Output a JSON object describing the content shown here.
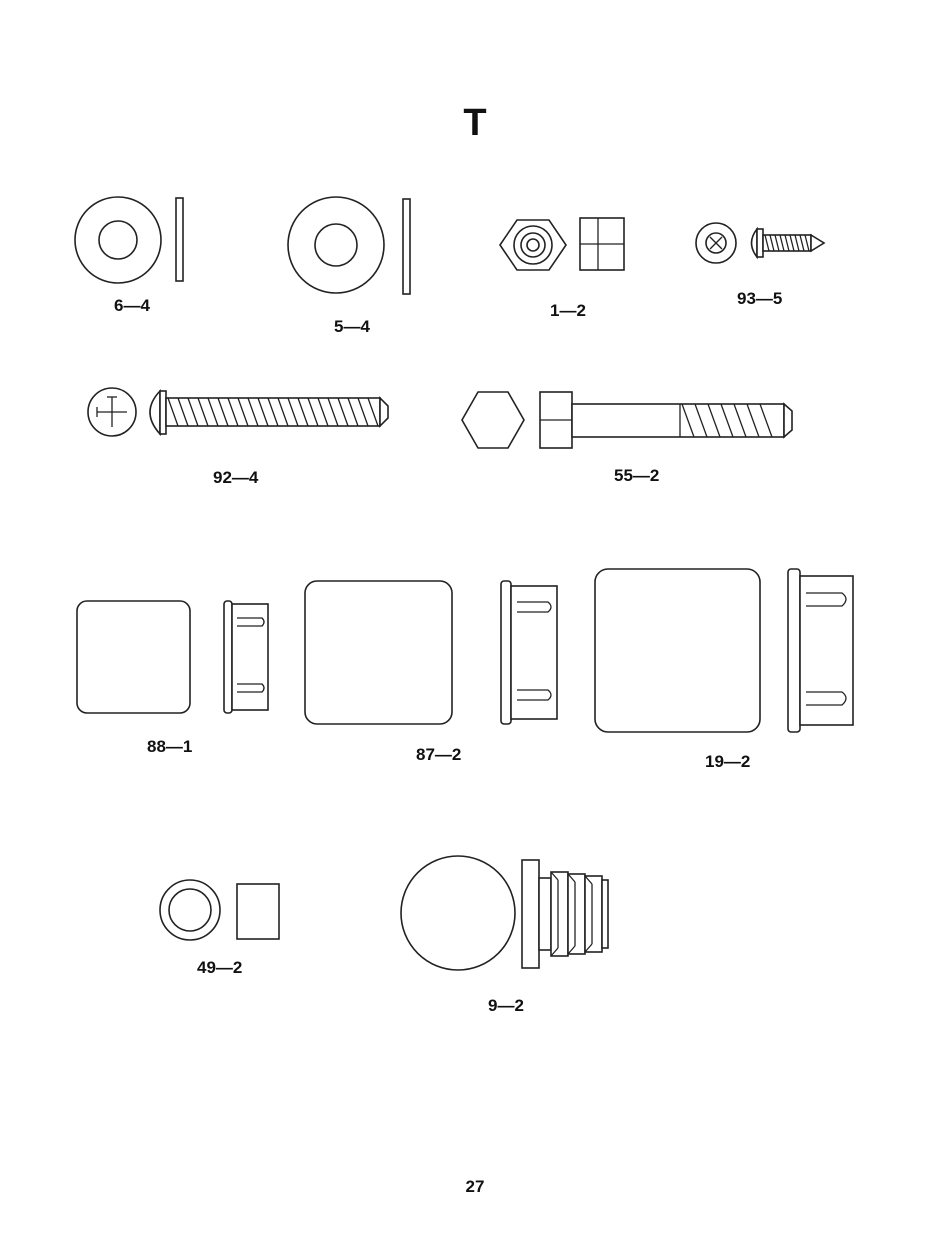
{
  "sheet": {
    "title": "T",
    "page_number": "27"
  },
  "parts": [
    {
      "id": "washer_a",
      "label": "6—4",
      "icon": "flat-washer-icon"
    },
    {
      "id": "washer_b",
      "label": "5—4",
      "icon": "flat-washer-icon"
    },
    {
      "id": "nut",
      "label": "1—2",
      "icon": "hex-nut-icon"
    },
    {
      "id": "screw_small",
      "label": "93—5",
      "icon": "phillips-screw-icon"
    },
    {
      "id": "screw_long",
      "label": "92—4",
      "icon": "phillips-screw-icon"
    },
    {
      "id": "hex_bolt",
      "label": "55—2",
      "icon": "hex-bolt-icon"
    },
    {
      "id": "cap_small",
      "label": "88—1",
      "icon": "square-end-cap-icon"
    },
    {
      "id": "cap_medium",
      "label": "87—2",
      "icon": "square-end-cap-icon"
    },
    {
      "id": "cap_large",
      "label": "19—2",
      "icon": "square-end-cap-icon"
    },
    {
      "id": "spacer",
      "label": "49—2",
      "icon": "spacer-bushing-icon"
    },
    {
      "id": "round_plug",
      "label": "9—2",
      "icon": "round-tube-plug-icon"
    }
  ]
}
